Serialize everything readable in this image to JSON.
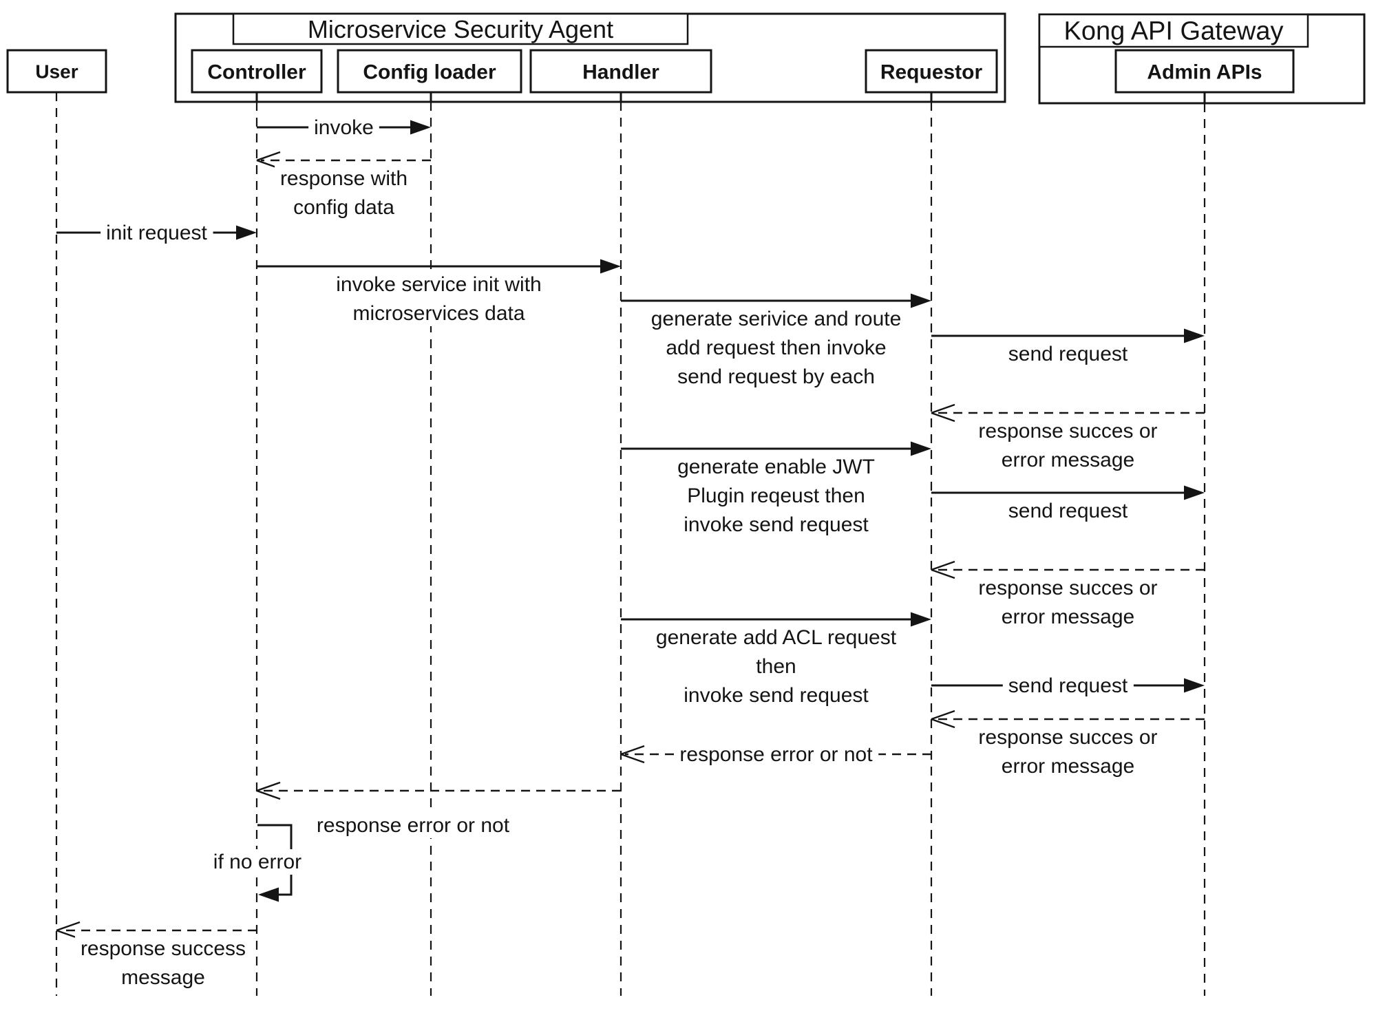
{
  "colors": {
    "line": "#141414",
    "background": "#ffffff"
  },
  "diagram": {
    "frames": [
      {
        "id": "msa",
        "title": "Microservice Security Agent"
      },
      {
        "id": "kong",
        "title": "Kong API Gateway"
      }
    ],
    "participants": [
      {
        "id": "user",
        "label": "User",
        "frame": null
      },
      {
        "id": "controller",
        "label": "Controller",
        "frame": "msa"
      },
      {
        "id": "config-loader",
        "label": "Config loader",
        "frame": "msa"
      },
      {
        "id": "handler",
        "label": "Handler",
        "frame": "msa"
      },
      {
        "id": "requestor",
        "label": "Requestor",
        "frame": "msa"
      },
      {
        "id": "admin-apis",
        "label": "Admin APIs",
        "frame": "kong"
      }
    ],
    "messages": [
      {
        "from": "controller",
        "to": "config-loader",
        "kind": "sync",
        "label": [
          "invoke"
        ],
        "label_pos": "inline"
      },
      {
        "from": "config-loader",
        "to": "controller",
        "kind": "return",
        "label": [
          "response with",
          "config data"
        ],
        "label_pos": "below"
      },
      {
        "from": "user",
        "to": "controller",
        "kind": "sync",
        "label": [
          "init request"
        ],
        "label_pos": "inline"
      },
      {
        "from": "controller",
        "to": "handler",
        "kind": "sync",
        "label": [
          "invoke service init with",
          "microservices data"
        ],
        "label_pos": "below"
      },
      {
        "from": "handler",
        "to": "requestor",
        "kind": "sync",
        "label": [
          "generate serivice and route",
          "add request then invoke",
          "send request by each"
        ],
        "label_pos": "below"
      },
      {
        "from": "requestor",
        "to": "admin-apis",
        "kind": "sync",
        "label": [
          "send request"
        ],
        "label_pos": "below"
      },
      {
        "from": "admin-apis",
        "to": "requestor",
        "kind": "return",
        "label": [
          "response succes or",
          "error message"
        ],
        "label_pos": "below"
      },
      {
        "from": "handler",
        "to": "requestor",
        "kind": "sync",
        "label": [
          "generate enable JWT",
          "Plugin reqeust then",
          "invoke send request"
        ],
        "label_pos": "below"
      },
      {
        "from": "requestor",
        "to": "admin-apis",
        "kind": "sync",
        "label": [
          "send request"
        ],
        "label_pos": "below"
      },
      {
        "from": "admin-apis",
        "to": "requestor",
        "kind": "return",
        "label": [
          "response succes or",
          "error message"
        ],
        "label_pos": "below"
      },
      {
        "from": "handler",
        "to": "requestor",
        "kind": "sync",
        "label": [
          "generate add ACL request",
          "then",
          "invoke send request"
        ],
        "label_pos": "below"
      },
      {
        "from": "requestor",
        "to": "admin-apis",
        "kind": "sync",
        "label": [
          "send request"
        ],
        "label_pos": "inline"
      },
      {
        "from": "admin-apis",
        "to": "requestor",
        "kind": "return",
        "label": [
          "response succes or",
          "error message"
        ],
        "label_pos": "below"
      },
      {
        "from": "requestor",
        "to": "handler",
        "kind": "return",
        "label": [
          "response error or not"
        ],
        "label_pos": "inline"
      },
      {
        "from": "handler",
        "to": "controller",
        "kind": "return",
        "label": [
          "response error or not"
        ],
        "label_pos": "below"
      },
      {
        "from": "controller",
        "to": "controller",
        "kind": "self",
        "label": [
          "if no error"
        ],
        "label_pos": "left"
      },
      {
        "from": "controller",
        "to": "user",
        "kind": "return",
        "label": [
          "response success",
          "message"
        ],
        "label_pos": "below"
      }
    ]
  }
}
